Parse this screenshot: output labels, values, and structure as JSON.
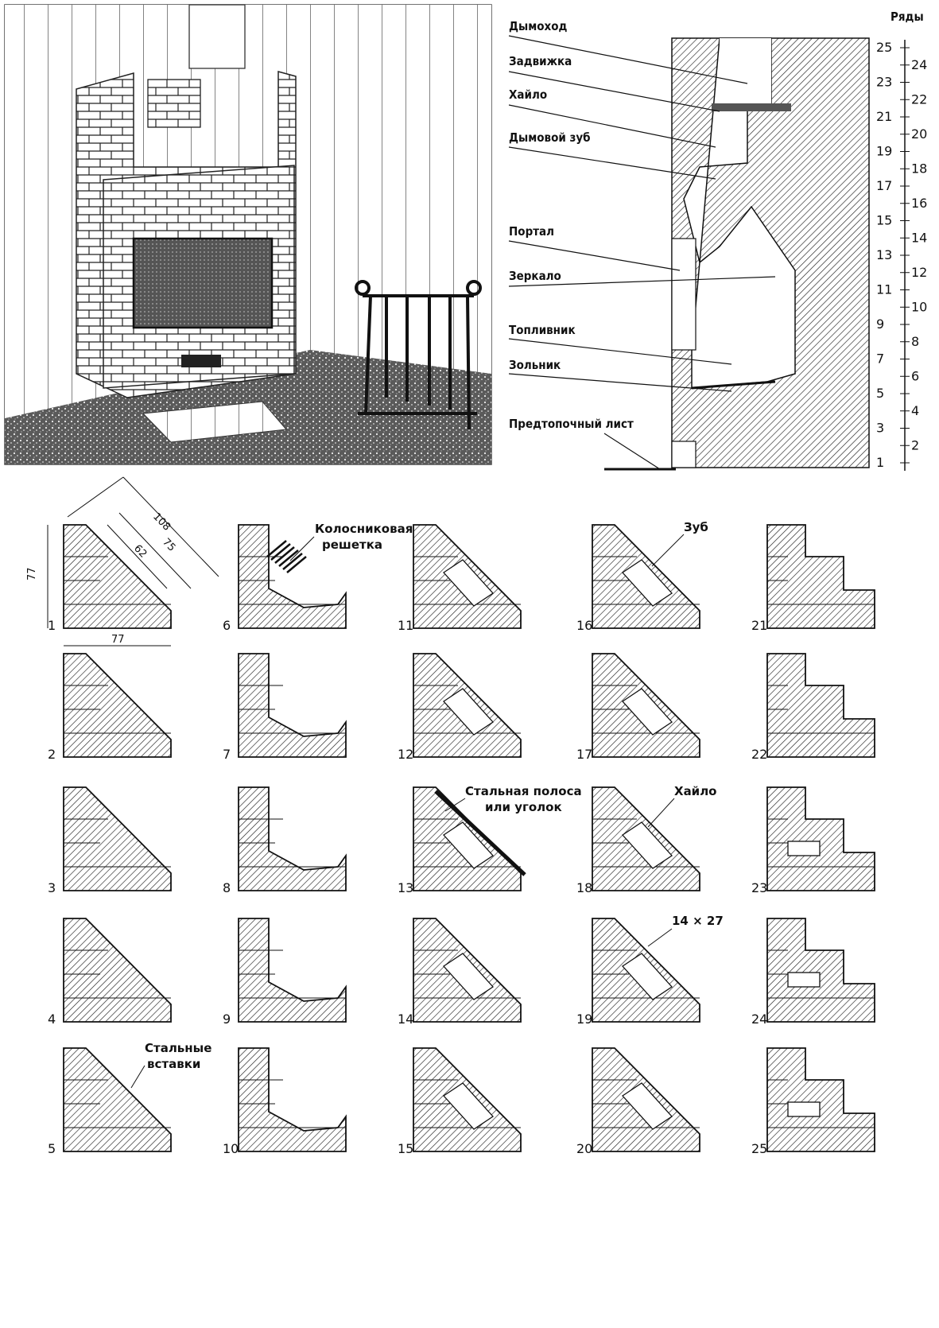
{
  "section_labels": {
    "chimney": "Дымоход",
    "damper": "Задвижка",
    "throat": "Хайло",
    "smoke_tooth": "Дымовой зуб",
    "portal": "Портал",
    "mirror": "Зеркало",
    "firebox": "Топливник",
    "ashpit": "Зольник",
    "hearth_sheet": "Предтопочный лист"
  },
  "rows_title": "Ряды",
  "row_numbers": [
    "1",
    "2",
    "3",
    "4",
    "5",
    "6",
    "7",
    "8",
    "9",
    "10",
    "11",
    "12",
    "13",
    "14",
    "15",
    "16",
    "17",
    "18",
    "19",
    "20",
    "21",
    "22",
    "23",
    "24",
    "25"
  ],
  "dimensions": {
    "side_a": "77",
    "side_b": "77",
    "diag_1": "108",
    "diag_2": "75",
    "diag_3": "62"
  },
  "callouts": {
    "grate": [
      "Колосниковая",
      "решетка"
    ],
    "tooth": "Зуб",
    "steel_strip": [
      "Стальная полоса",
      "или уголок"
    ],
    "throat": "Хайло",
    "steel_inserts": [
      "Стальные",
      "вставки"
    ],
    "brick_size": "14 × 27"
  },
  "plan_numbers": [
    "1",
    "2",
    "3",
    "4",
    "5",
    "6",
    "7",
    "8",
    "9",
    "10",
    "11",
    "12",
    "13",
    "14",
    "15",
    "16",
    "17",
    "18",
    "19",
    "20",
    "21",
    "22",
    "23",
    "24",
    "25"
  ]
}
